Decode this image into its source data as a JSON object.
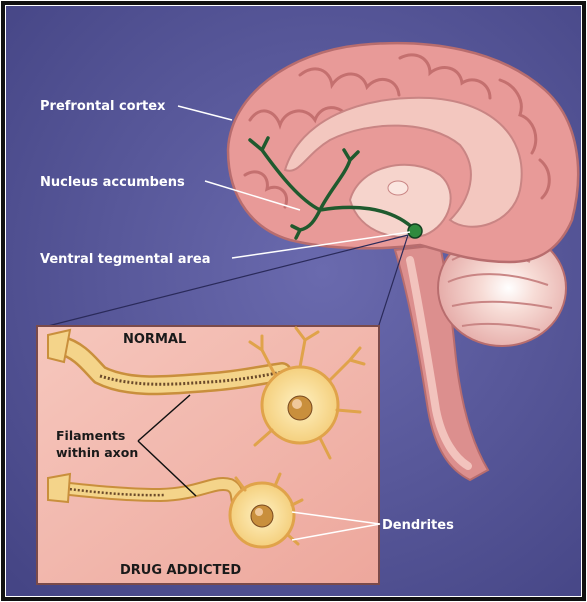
{
  "labels": {
    "prefrontal_cortex": "Prefrontal cortex",
    "nucleus_accumbens": "Nucleus accumbens",
    "ventral_tegmental_area": "Ventral tegmental area",
    "dendrites": "Dendrites",
    "filaments_line1": "Filaments",
    "filaments_line2": "within axon"
  },
  "inset": {
    "top_title": "NORMAL",
    "bottom_title": "DRUG ADDICTED"
  },
  "colors": {
    "background": "#5a5a9c",
    "brain": "#e89a98",
    "brain_light": "#f3c7bf",
    "pathway": "#1f5a2e",
    "inset_bg": "#f3b8ad",
    "neuron": "#f4d48a",
    "neuron_dark": "#c98f3c"
  }
}
